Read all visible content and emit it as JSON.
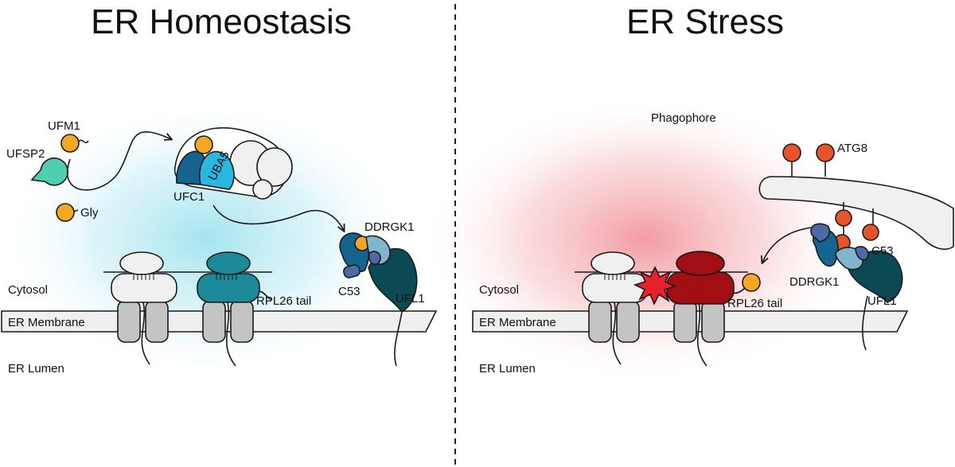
{
  "left_panel": {
    "title": "ER Homeostasis",
    "labels": {
      "ufm1": "UFM1",
      "ufsp2": "UFSP2",
      "gly": "Gly",
      "uba5": "UBA5",
      "ufc1": "UFC1",
      "ddrgk1": "DDRGK1",
      "c53": "C53",
      "ufl1": "UFL1",
      "rpl26_tail": "RPL26 tail",
      "cytosol": "Cytosol",
      "er_membrane": "ER Membrane",
      "er_lumen": "ER Lumen"
    },
    "glow_color": "#aee6f0"
  },
  "right_panel": {
    "title": "ER Stress",
    "labels": {
      "phagophore": "Phagophore",
      "atg8": "ATG8",
      "c53": "C53",
      "ddrgk1": "DDRGK1",
      "ufl1": "UFL1",
      "rpl26_tail": "RPL26 tail",
      "cytosol": "Cytosol",
      "er_membrane": "ER Membrane",
      "er_lumen": "ER Lumen"
    },
    "glow_color": "#f2a3a8"
  },
  "colors": {
    "ufm1": "#f5a623",
    "atg8": "#e8542a",
    "ufsp2": "#4fcfb2",
    "ribosome_teal": "#1c8a98",
    "ribosome_red": "#a10f12",
    "ribosome_white": "#f0f0f0",
    "uba5": "#2ab8e0",
    "ufc1": "#15638f",
    "ddrgk1": "#7fb5cf",
    "c53": "#4e6aa6",
    "ufl1": "#0b4a55",
    "translocon": "#c4c4c4",
    "membrane": "#efefef",
    "clash": "#e8202a"
  }
}
